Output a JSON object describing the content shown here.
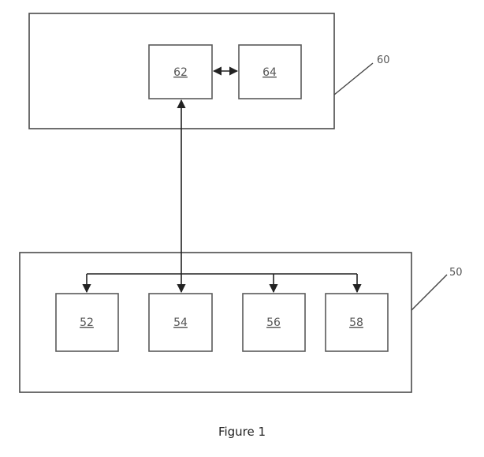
{
  "outer_boxes": {
    "top": {
      "ref": "60"
    },
    "bottom": {
      "ref": "50"
    }
  },
  "boxes": {
    "b62": "62",
    "b64": "64",
    "b52": "52",
    "b54": "54",
    "b56": "56",
    "b58": "58"
  },
  "caption": "Figure 1"
}
